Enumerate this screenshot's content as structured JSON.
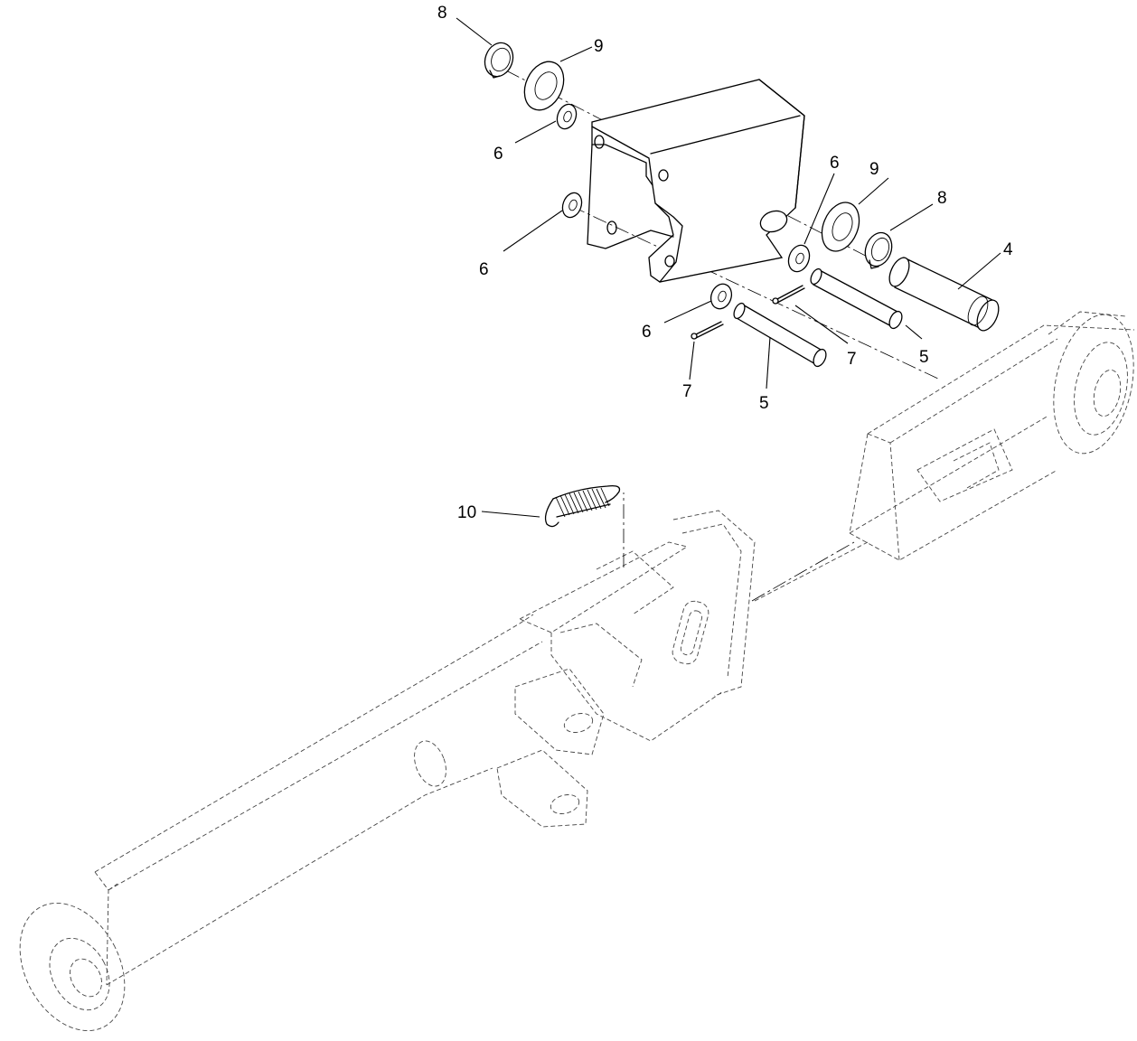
{
  "callouts": {
    "c8a": "8",
    "c9a": "9",
    "c6a": "6",
    "c6b": "6",
    "c6c": "6",
    "c6d": "6",
    "c9b": "9",
    "c8b": "8",
    "c4": "4",
    "c7a": "7",
    "c7b": "7",
    "c5a": "5",
    "c5b": "5",
    "c10": "10"
  }
}
